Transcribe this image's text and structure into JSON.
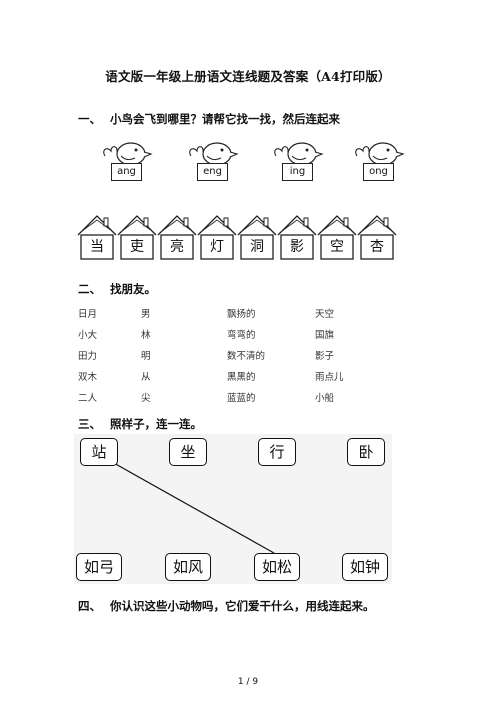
{
  "title": "语文版一年级上册语文连线题及答案（A4打印版）",
  "sections": [
    {
      "num": "一、",
      "text": "小鸟会飞到哪里？请帮它找一找，然后连起来"
    },
    {
      "num": "二、",
      "text": "找朋友。"
    },
    {
      "num": "三、",
      "text": "照样子，连一连。"
    },
    {
      "num": "四、",
      "text": "你认识这些小动物吗，它们爱干什么，用线连起来。"
    }
  ],
  "birds": [
    "ang",
    "eng",
    "ing",
    "ong"
  ],
  "houses": [
    "当",
    "吏",
    "亮",
    "灯",
    "洞",
    "影",
    "空",
    "杏"
  ],
  "friends": {
    "col1": [
      "日月",
      "小大",
      "田力",
      "双木",
      "二人"
    ],
    "col2": [
      "男",
      "林",
      "明",
      "从",
      "尖"
    ],
    "col3": [
      "飘扬的",
      "弯弯的",
      "数不清的",
      "黑黑的",
      "蓝蓝的"
    ],
    "col4": [
      "天空",
      "国旗",
      "影子",
      "雨点儿",
      "小船"
    ]
  },
  "match": {
    "top": [
      "站",
      "坐",
      "行",
      "卧"
    ],
    "bottom": [
      "如弓",
      "如风",
      "如松",
      "如钟"
    ]
  },
  "page_indicator": "1 / 9"
}
